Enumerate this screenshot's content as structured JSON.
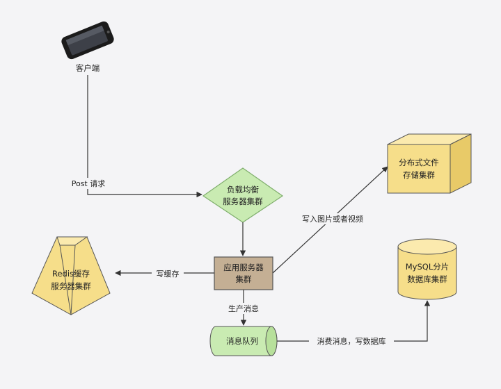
{
  "nodes": {
    "client": {
      "label": "客户端"
    },
    "load_balancer": {
      "line1": "负载均衡",
      "line2": "服务器集群",
      "color": "#c9ebb2"
    },
    "app_server": {
      "line1": "应用服务器",
      "line2": "集群",
      "color": "#c4af94"
    },
    "redis": {
      "line1": "Redis缓存",
      "line2": "服务器集群",
      "color": "#f6de8a"
    },
    "dfs": {
      "line1": "分布式文件",
      "line2": "存储集群",
      "color": "#f6de8a"
    },
    "mysql": {
      "line1": "MySQL分片",
      "line2": "数据库集群",
      "color": "#f6de8a"
    },
    "queue": {
      "label": "消息队列",
      "color": "#c9ebb2"
    }
  },
  "edges": {
    "post": "Post 请求",
    "write_cache": "写缓存",
    "write_media": "写入图片或者视频",
    "produce": "生产消息",
    "consume": "消费消息，写数据库"
  }
}
